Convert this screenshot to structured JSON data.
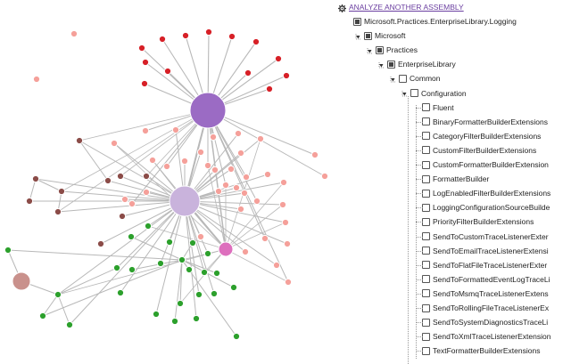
{
  "analyze_link": "ANALYZE ANOTHER ASSEMBLY",
  "tree": [
    {
      "label": "Microsoft.Practices.EnterpriseLibrary.Logging",
      "level": 0,
      "expanded": true,
      "filled": true
    },
    {
      "label": "Microsoft",
      "level": 1,
      "expanded": true,
      "filled": true
    },
    {
      "label": "Practices",
      "level": 2,
      "expanded": true,
      "filled": true
    },
    {
      "label": "EnterpriseLibrary",
      "level": 3,
      "expanded": true,
      "filled": true
    },
    {
      "label": "Common",
      "level": 4,
      "expanded": true,
      "filled": false
    },
    {
      "label": "Configuration",
      "level": 5,
      "expanded": true,
      "filled": false
    },
    {
      "label": "Fluent",
      "level": 6,
      "expanded": false,
      "filled": false
    },
    {
      "label": "BinaryFormatterBuilderExtensions",
      "level": 6,
      "expanded": false,
      "filled": false
    },
    {
      "label": "CategoryFilterBuilderExtensions",
      "level": 6,
      "expanded": false,
      "filled": false
    },
    {
      "label": "CustomFilterBuilderExtensions",
      "level": 6,
      "expanded": false,
      "filled": false
    },
    {
      "label": "CustomFormatterBuilderExtension",
      "level": 6,
      "expanded": false,
      "filled": false
    },
    {
      "label": "FormatterBuilder",
      "level": 6,
      "expanded": false,
      "filled": false
    },
    {
      "label": "LogEnabledFilterBuilderExtensions",
      "level": 6,
      "expanded": false,
      "filled": false
    },
    {
      "label": "LoggingConfigurationSourceBuilde",
      "level": 6,
      "expanded": false,
      "filled": false
    },
    {
      "label": "PriorityFilterBuilderExtensions",
      "level": 6,
      "expanded": false,
      "filled": false
    },
    {
      "label": "SendToCustomTraceListenerExter",
      "level": 6,
      "expanded": false,
      "filled": false
    },
    {
      "label": "SendToEmailTraceListenerExtensi",
      "level": 6,
      "expanded": false,
      "filled": false
    },
    {
      "label": "SendToFlatFileTraceListenerExter",
      "level": 6,
      "expanded": false,
      "filled": false
    },
    {
      "label": "SendToFormattedEventLogTraceLi",
      "level": 6,
      "expanded": false,
      "filled": false
    },
    {
      "label": "SendToMsmqTraceListenerExtens",
      "level": 6,
      "expanded": false,
      "filled": false
    },
    {
      "label": "SendToRollingFileTraceListenerEx",
      "level": 6,
      "expanded": false,
      "filled": false
    },
    {
      "label": "SendToSystemDiagnosticsTraceLi",
      "level": 6,
      "expanded": false,
      "filled": false
    },
    {
      "label": "SendToXmlTraceListenerExtension",
      "level": 6,
      "expanded": false,
      "filled": false
    },
    {
      "label": "TextFormatterBuilderExtensions",
      "level": 6,
      "expanded": false,
      "filled": false
    }
  ],
  "graph_colors": {
    "hub_purple": "#9b6bc4",
    "hub_lavender": "#c9b3dc",
    "hub_magenta": "#dd6fbd",
    "hub_rose": "#c9918c",
    "red": "#d72027",
    "pink": "#f5a09a",
    "brown": "#8b4c48",
    "green": "#2ca02c",
    "edge": "#b8b8b8"
  }
}
